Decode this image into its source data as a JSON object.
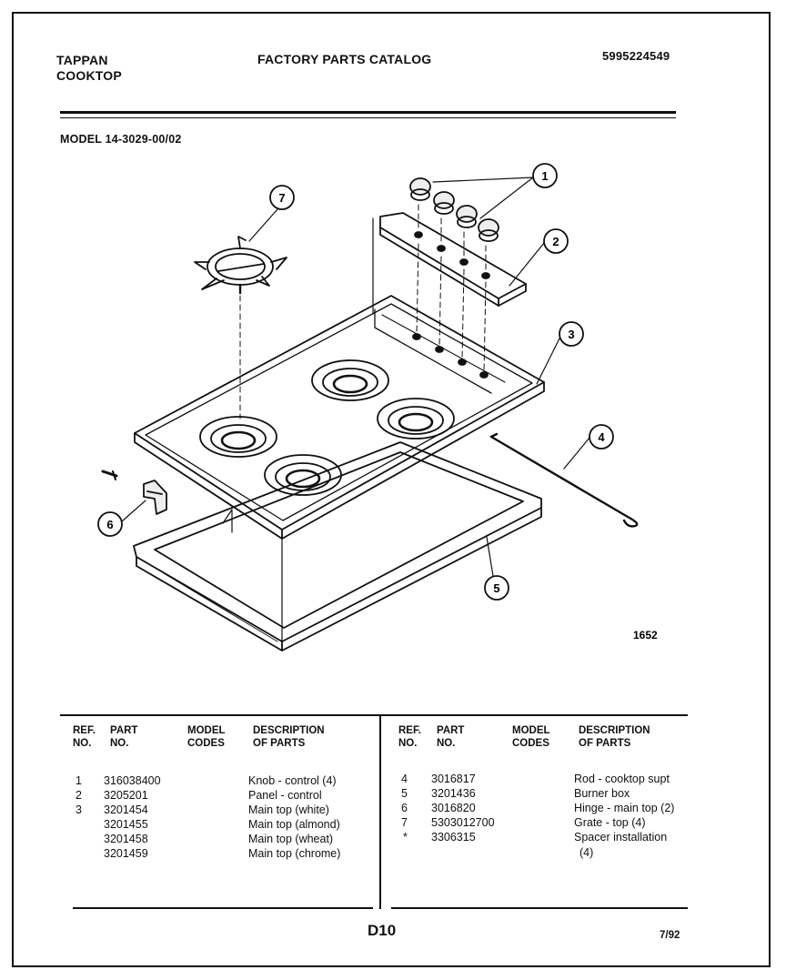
{
  "header": {
    "brand": "TAPPAN",
    "product": "COOKTOP",
    "catalog_title": "FACTORY PARTS CATALOG",
    "catalog_number": "5995224549",
    "model": "MODEL 14-3029-00/02"
  },
  "diagram": {
    "drawing_number": "1652",
    "callouts": [
      "1",
      "2",
      "3",
      "4",
      "5",
      "6",
      "7"
    ]
  },
  "table": {
    "headers": {
      "ref": "REF.\nNO.",
      "part": "PART\nNO.",
      "model": "MODEL\nCODES",
      "desc": "DESCRIPTION\nOF PARTS"
    },
    "left_rows": [
      {
        "ref": "1",
        "part": "316038400",
        "model": "",
        "desc": "Knob - control (4)"
      },
      {
        "ref": "2",
        "part": "3205201",
        "model": "",
        "desc": "Panel - control"
      },
      {
        "ref": "3",
        "part": "3201454",
        "model": "",
        "desc": "Main top (white)"
      },
      {
        "ref": "",
        "part": "3201455",
        "model": "",
        "desc": "Main top (almond)"
      },
      {
        "ref": "",
        "part": "3201458",
        "model": "",
        "desc": "Main top (wheat)"
      },
      {
        "ref": "",
        "part": "3201459",
        "model": "",
        "desc": "Main top (chrome)"
      }
    ],
    "right_rows": [
      {
        "ref": "4",
        "part": "3016817",
        "model": "",
        "desc": "Rod - cooktop supt"
      },
      {
        "ref": "5",
        "part": "3201436",
        "model": "",
        "desc": "Burner box"
      },
      {
        "ref": "6",
        "part": "3016820",
        "model": "",
        "desc": "Hinge - main top (2)"
      },
      {
        "ref": "7",
        "part": "5303012700",
        "model": "",
        "desc": "Grate - top (4)"
      },
      {
        "ref": "*",
        "part": "3306315",
        "model": "",
        "desc": "Spacer installation"
      },
      {
        "ref": "",
        "part": "",
        "model": "",
        "desc": "(4)"
      }
    ]
  },
  "footer": {
    "page_code": "D10",
    "date": "7/92"
  }
}
